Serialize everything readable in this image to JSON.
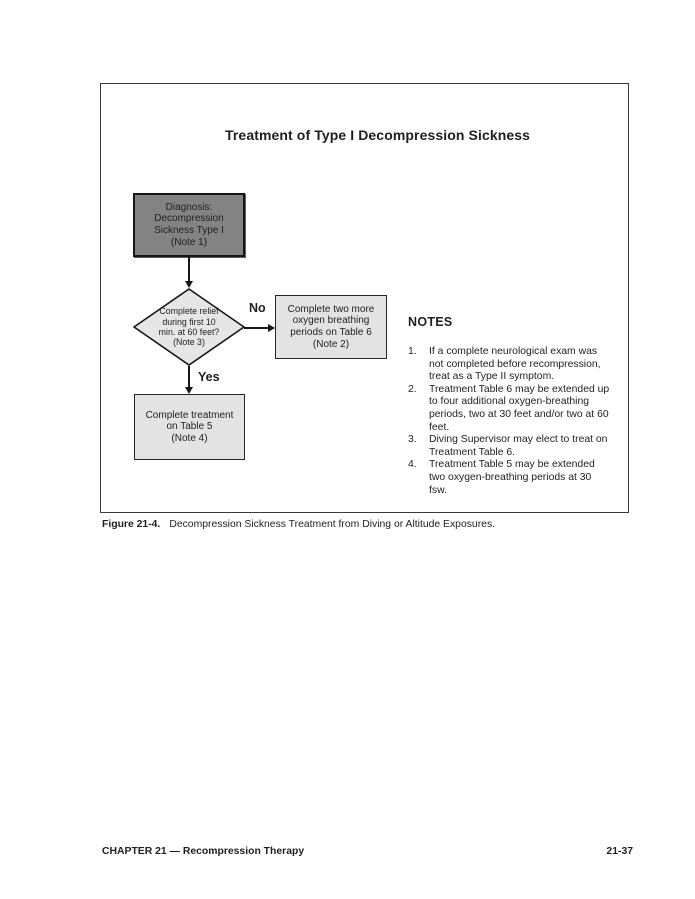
{
  "page": {
    "title": "Treatment of Type I Decompression Sickness",
    "caption": {
      "label": "Figure 21-4.",
      "text": "Decompression Sickness Treatment from Diving or Altitude Exposures."
    },
    "footer": {
      "left": "CHAPTER 21 — Recompression Therapy",
      "right": "21-37"
    }
  },
  "flowchart": {
    "diagnosis_box": {
      "lines": [
        "Diagnosis:",
        "Decompression",
        "Sickness Type I",
        "(Note 1)"
      ]
    },
    "decision_diamond": {
      "lines": [
        "Complete relief",
        "during first 10",
        "min. at 60 feet?",
        "(Note 3)"
      ]
    },
    "no_label": "No",
    "yes_label": "Yes",
    "no_box": {
      "lines": [
        "Complete two more",
        "oxygen breathing",
        "periods on Table 6",
        "(Note 2)"
      ]
    },
    "yes_box": {
      "lines": [
        "Complete treatment",
        "on Table 5",
        "(Note 4)"
      ]
    }
  },
  "notes": {
    "heading": "NOTES",
    "items": [
      {
        "number": "1.",
        "lines": [
          "If a complete neurological exam was",
          "not completed before recompression,",
          "treat as a Type II symptom."
        ]
      },
      {
        "number": "2.",
        "lines": [
          "Treatment Table 6 may be extended up",
          "to four additional oxygen-breathing",
          "periods, two at 30 feet and/or two at 60",
          "feet."
        ]
      },
      {
        "number": "3.",
        "lines": [
          "Diving Supervisor may elect to treat on",
          "Treatment Table 6."
        ]
      },
      {
        "number": "4.",
        "lines": [
          "Treatment Table 5 may be extended",
          "two oxygen-breathing periods at 30",
          "fsw."
        ]
      }
    ]
  },
  "colors": {
    "dark_box_fill": "#838383",
    "light_box_fill": "#e3e3e3",
    "line_and_border": "#161616",
    "frame_border": "#3a3a3a",
    "text": "#1f1f1f",
    "page_background": "#ffffff"
  }
}
